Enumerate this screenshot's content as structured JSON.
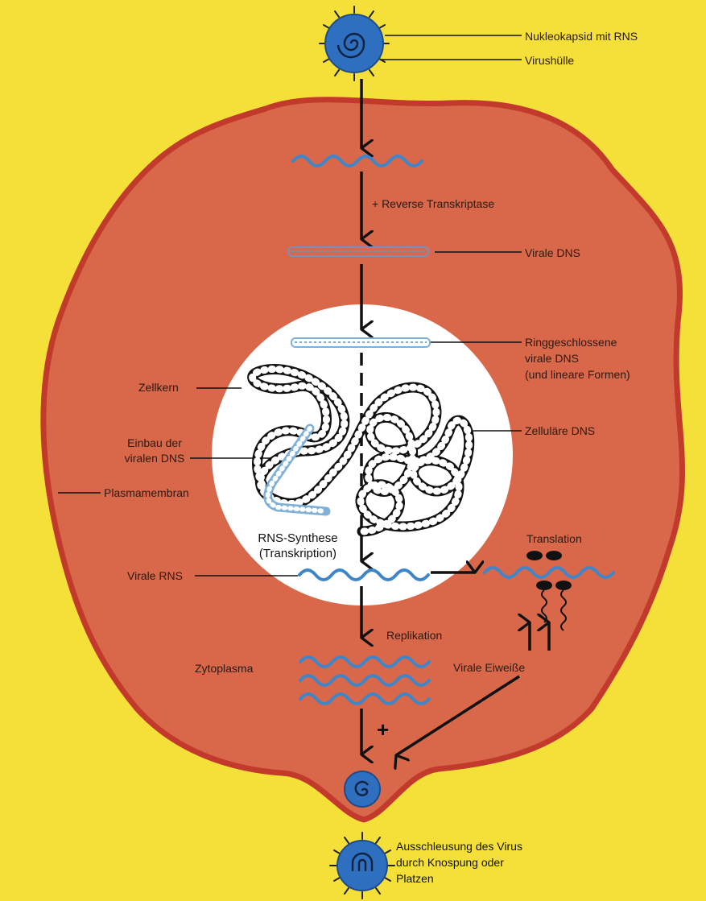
{
  "labels": {
    "nukleokapsid": "Nukleokapsid mit RNS",
    "virushuelle": "Virushülle",
    "reverse_transkriptase": "+ Reverse Transkriptase",
    "virale_dns": "Virale DNS",
    "ringgeschlossen": [
      "Ringgeschlossene",
      "virale DNS",
      "(und lineare Formen)"
    ],
    "zellkern": "Zellkern",
    "zellulaere_dns": "Zelluläre DNS",
    "einbau": [
      "Einbau der",
      "viralen DNS"
    ],
    "plasmamembran": "Plasmamembran",
    "rns_synthese": [
      "RNS-Synthese",
      "(Transkription)"
    ],
    "translation": "Translation",
    "virale_rns": "Virale RNS",
    "replikation": "Replikation",
    "zytoplasma": "Zytoplasma",
    "virale_eiweisse": "Virale Eiweiße",
    "plus": "+",
    "ausschleusung": [
      "Ausschleusung des Virus",
      "durch Knospung oder",
      "Platzen"
    ]
  },
  "colors": {
    "background": "#f5e03a",
    "cell_fill": "#d9674a",
    "cell_membrane": "#c23a2c",
    "nucleus": "#ffffff",
    "viral_blue": "#3f86c9",
    "virus_core": "#2f6fc0",
    "ink": "#111111"
  }
}
